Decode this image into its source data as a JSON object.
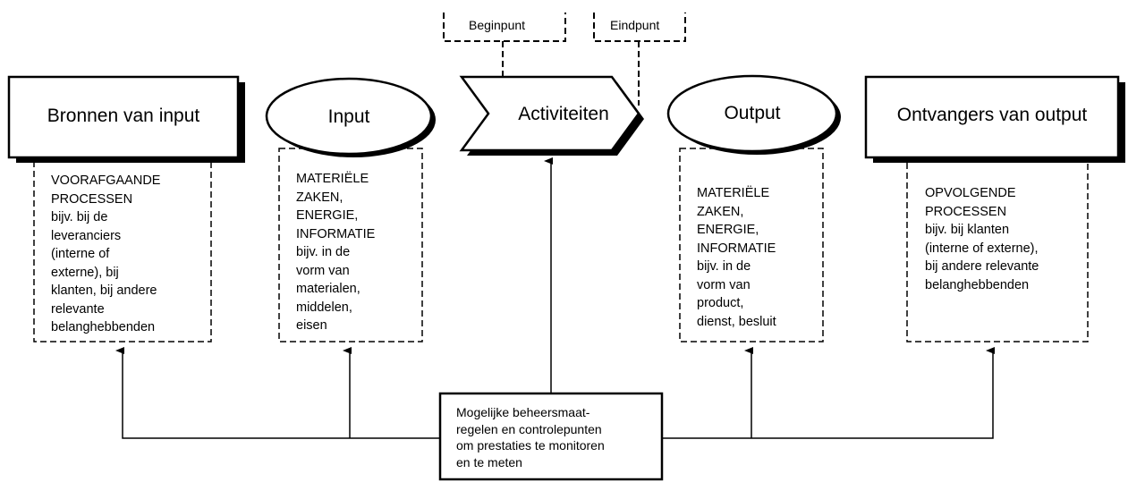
{
  "top_labels": {
    "beginpunt": "Beginpunt",
    "eindpunt": "Eindpunt"
  },
  "headers": {
    "sources": "Bronnen van input",
    "input": "Input",
    "activities": "Activiteiten",
    "output": "Output",
    "receivers": "Ontvangers van output"
  },
  "details": {
    "sources": [
      "VOORAFGAANDE",
      "PROCESSEN",
      "bijv. bij de",
      "leveranciers",
      "(interne of",
      "externe), bij",
      "klanten, bij andere",
      "relevante",
      "belanghebbenden"
    ],
    "input": [
      "MATERIËLE",
      "ZAKEN,",
      "ENERGIE,",
      "INFORMATIE",
      "bijv. in de",
      "vorm van",
      "materialen,",
      "middelen,",
      "eisen"
    ],
    "output": [
      "MATERIËLE",
      "ZAKEN,",
      "ENERGIE,",
      "INFORMATIE",
      "bijv. in de",
      "vorm van",
      "product,",
      "dienst, besluit"
    ],
    "receivers": [
      "OPVOLGENDE",
      "PROCESSEN",
      "bijv. bij klanten",
      "(interne of externe),",
      "bij andere relevante",
      "belanghebbenden"
    ]
  },
  "control_box": [
    "Mogelijke beheersmaat-",
    "regelen en controlepunten",
    "om prestaties te monitoren",
    "en te meten"
  ]
}
